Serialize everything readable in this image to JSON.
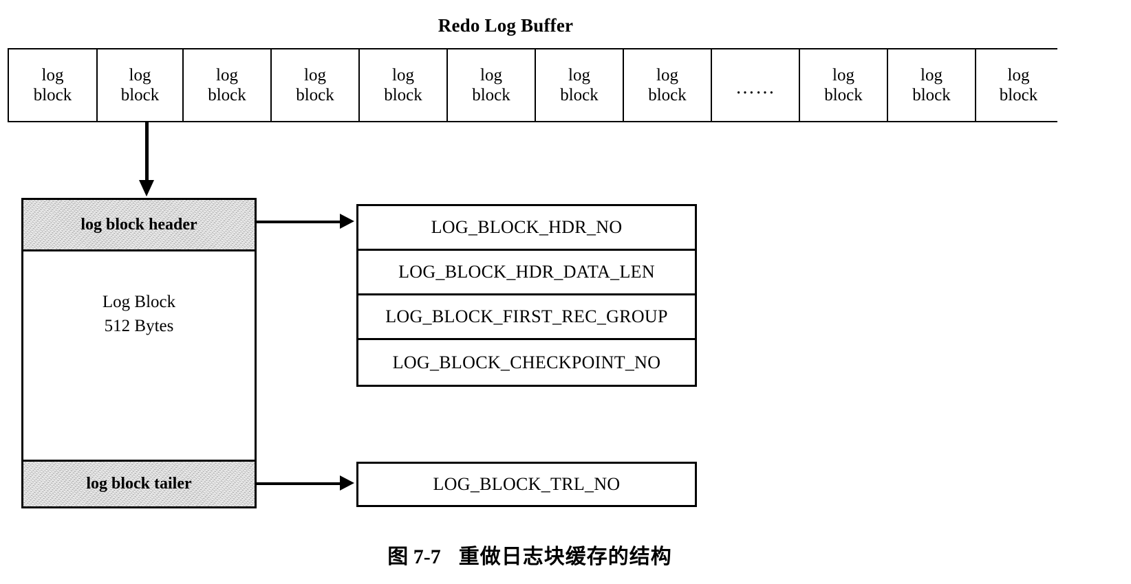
{
  "diagram": {
    "buffer_title": "Redo Log Buffer",
    "strip_cells": [
      {
        "kind": "block",
        "line1": "log",
        "line2": "block"
      },
      {
        "kind": "block",
        "line1": "log",
        "line2": "block"
      },
      {
        "kind": "block",
        "line1": "log",
        "line2": "block"
      },
      {
        "kind": "block",
        "line1": "log",
        "line2": "block"
      },
      {
        "kind": "block",
        "line1": "log",
        "line2": "block"
      },
      {
        "kind": "block",
        "line1": "log",
        "line2": "block"
      },
      {
        "kind": "block",
        "line1": "log",
        "line2": "block"
      },
      {
        "kind": "block",
        "line1": "log",
        "line2": "block"
      },
      {
        "kind": "ellipsis",
        "line1": "……",
        "line2": ""
      },
      {
        "kind": "block",
        "line1": "log",
        "line2": "block"
      },
      {
        "kind": "block",
        "line1": "log",
        "line2": "block"
      },
      {
        "kind": "block",
        "line1": "log",
        "line2": "block"
      }
    ],
    "log_block": {
      "header_label": "log block header",
      "body_line1": "Log Block",
      "body_line2": "512 Bytes",
      "tailer_label": "log block tailer"
    },
    "header_fields": [
      "LOG_BLOCK_HDR_NO",
      "LOG_BLOCK_HDR_DATA_LEN",
      "LOG_BLOCK_FIRST_REC_GROUP",
      "LOG_BLOCK_CHECKPOINT_NO"
    ],
    "tailer_fields": [
      "LOG_BLOCK_TRL_NO"
    ],
    "caption": {
      "number": "图 7-7",
      "text": "重做日志块缓存的结构"
    },
    "colors": {
      "ink": "#000000",
      "paper": "#ffffff",
      "shaded_fill": "#d3d3d3"
    }
  }
}
